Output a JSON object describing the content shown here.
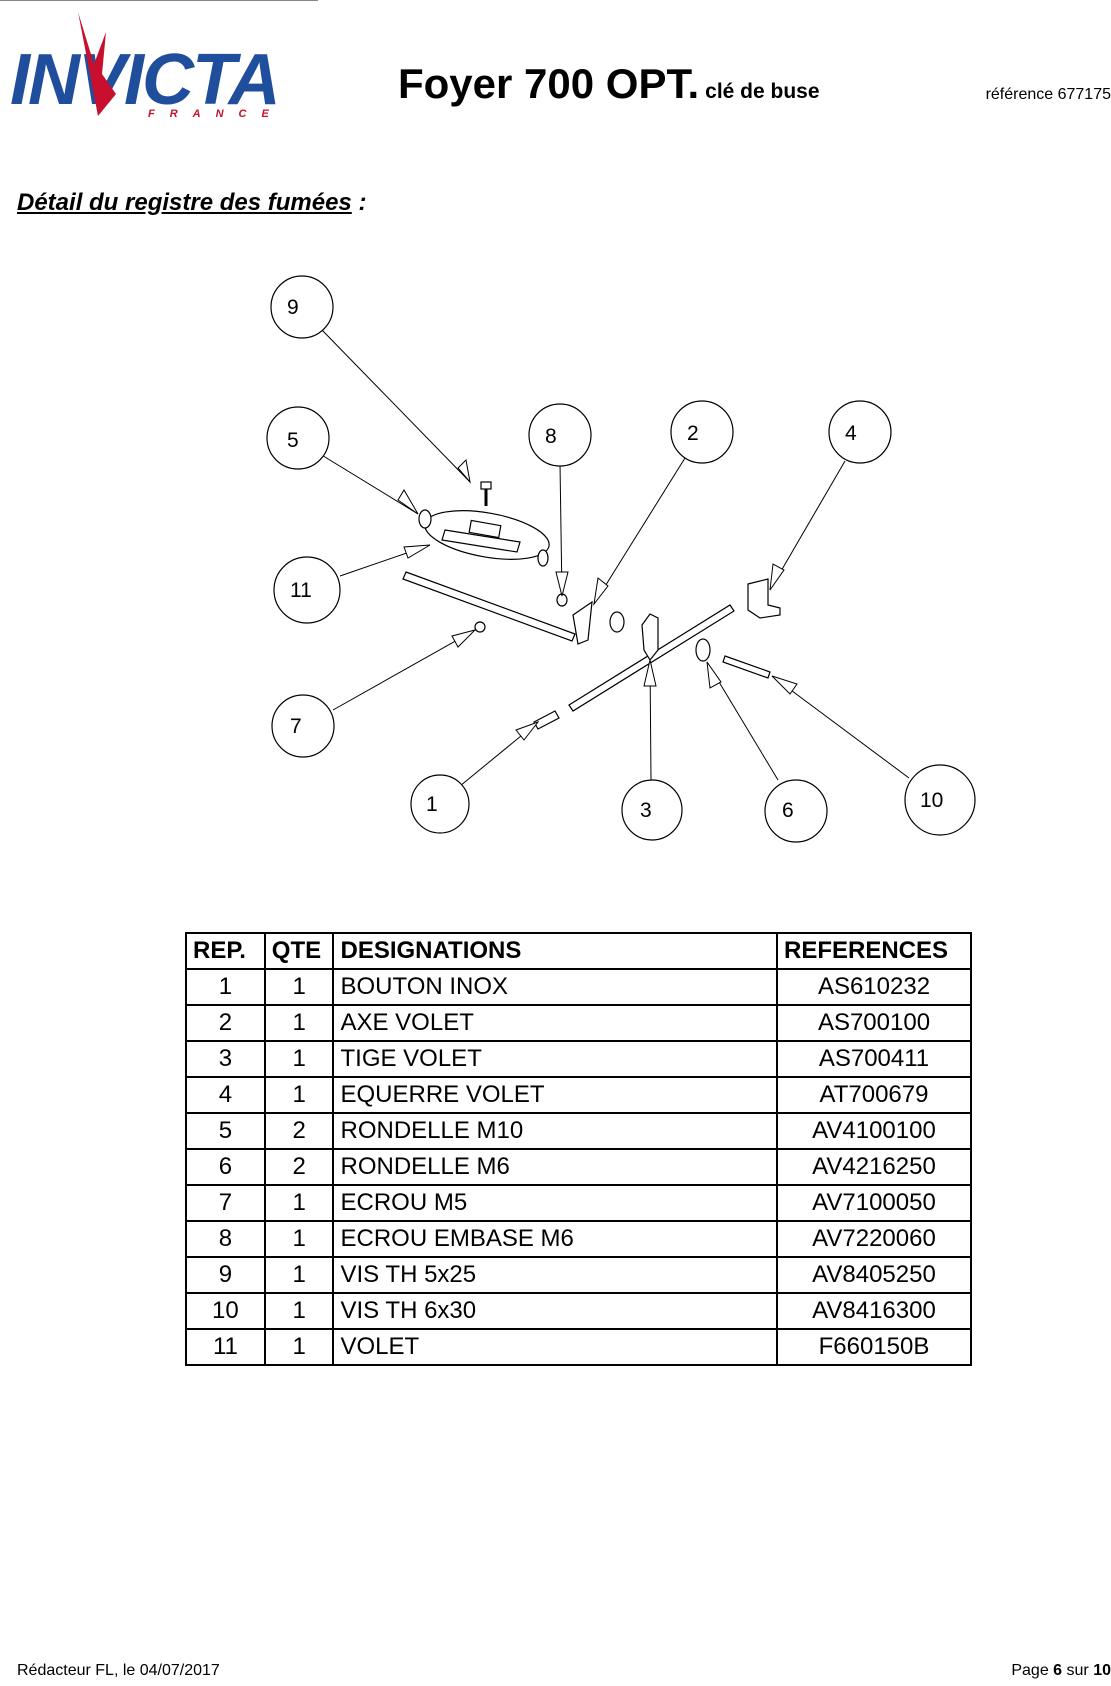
{
  "header": {
    "logo_text": "INVICTA",
    "logo_subtext": "FRANCE",
    "title": "Foyer  700 OPT.",
    "subtitle": "clé de buse",
    "reference": "référence 677175"
  },
  "section": {
    "title": "Détail du registre des fumées",
    "suffix": " :"
  },
  "diagram": {
    "callouts": [
      "9",
      "5",
      "8",
      "2",
      "4",
      "11",
      "7",
      "1",
      "3",
      "6",
      "10"
    ]
  },
  "table": {
    "headers": [
      "REP.",
      "QTE",
      "DESIGNATIONS",
      "REFERENCES"
    ],
    "rows": [
      [
        "1",
        "1",
        "BOUTON INOX",
        "AS610232"
      ],
      [
        "2",
        "1",
        "AXE VOLET",
        "AS700100"
      ],
      [
        "3",
        "1",
        "TIGE VOLET",
        "AS700411"
      ],
      [
        "4",
        "1",
        "EQUERRE VOLET",
        "AT700679"
      ],
      [
        "5",
        "2",
        "RONDELLE M10",
        "AV4100100"
      ],
      [
        "6",
        "2",
        "RONDELLE M6",
        "AV4216250"
      ],
      [
        "7",
        "1",
        "ECROU M5",
        "AV7100050"
      ],
      [
        "8",
        "1",
        "ECROU EMBASE M6",
        "AV7220060"
      ],
      [
        "9",
        "1",
        "VIS TH 5x25",
        "AV8405250"
      ],
      [
        "10",
        "1",
        "VIS TH 6x30",
        "AV8416300"
      ],
      [
        "11",
        "1",
        "VOLET",
        "F660150B"
      ]
    ]
  },
  "footer": {
    "author": "Rédacteur FL, le 04/07/2017",
    "page_prefix": "Page ",
    "page_current": "6",
    "page_mid": " sur ",
    "page_total": "10"
  }
}
